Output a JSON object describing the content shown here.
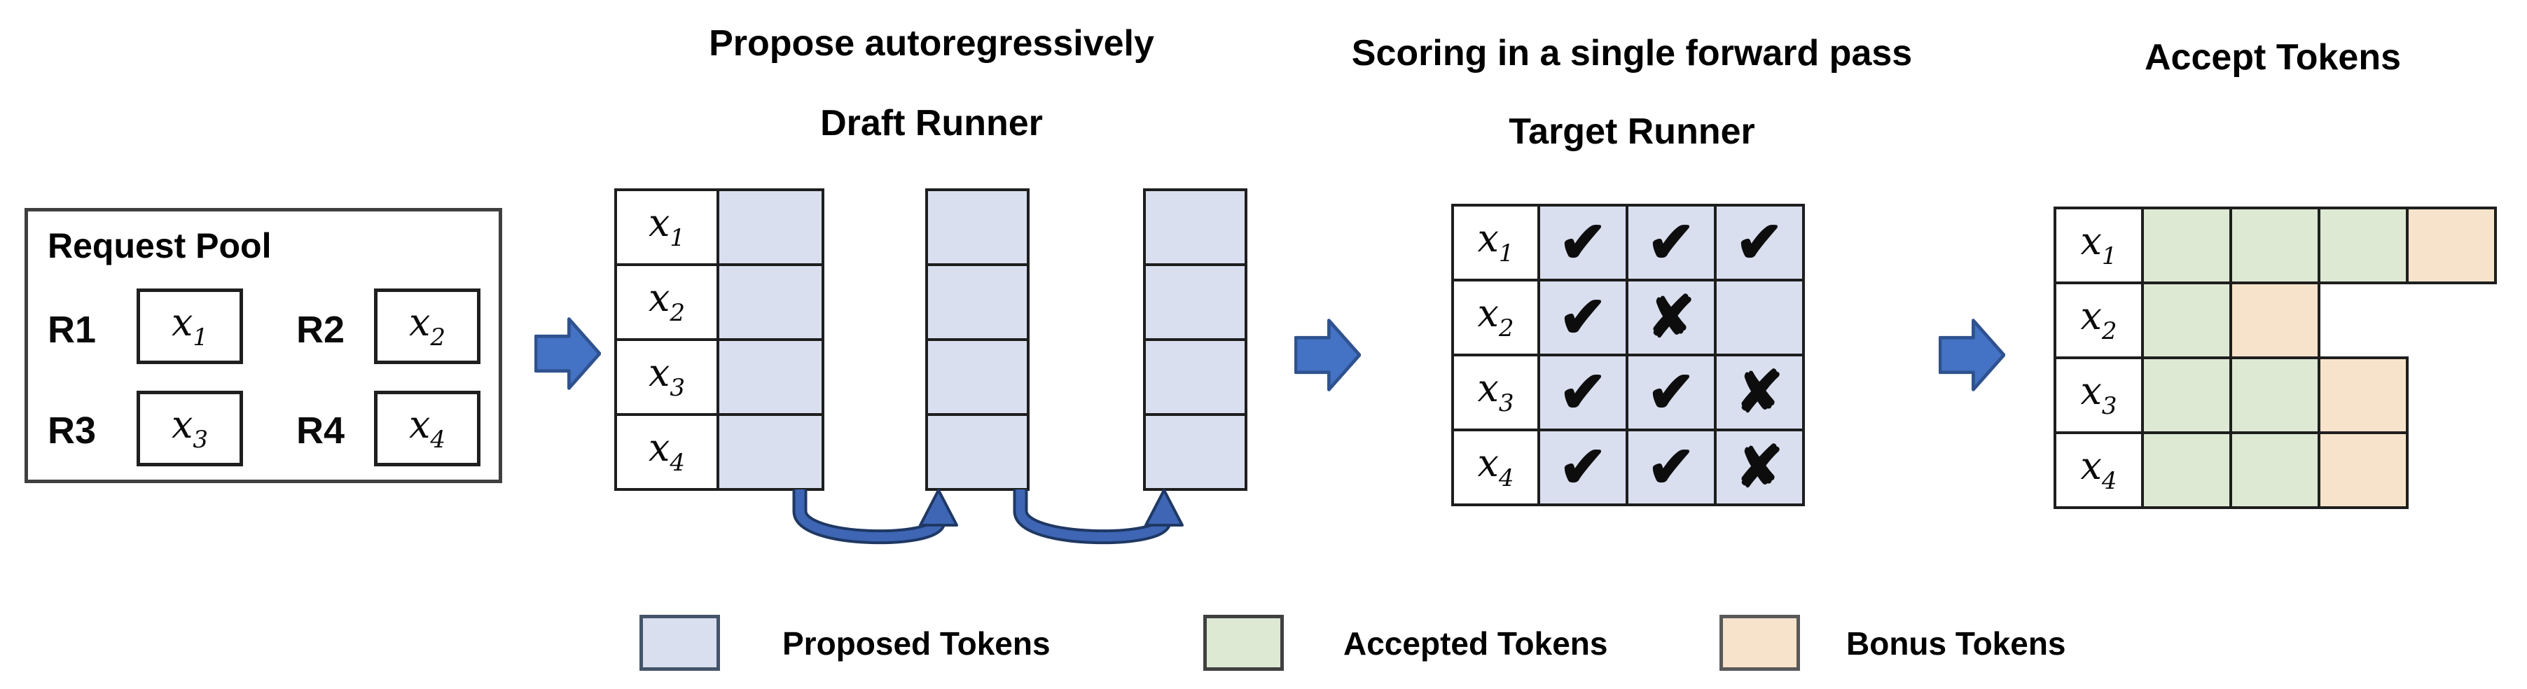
{
  "sections": {
    "request_pool": {
      "title": "Request Pool",
      "requests": [
        {
          "id": "R1",
          "token": {
            "base": "x",
            "sub": "1"
          }
        },
        {
          "id": "R2",
          "token": {
            "base": "x",
            "sub": "2"
          }
        },
        {
          "id": "R3",
          "token": {
            "base": "x",
            "sub": "3"
          }
        },
        {
          "id": "R4",
          "token": {
            "base": "x",
            "sub": "4"
          }
        }
      ]
    },
    "draft_runner": {
      "heading": "Propose autoregressively",
      "subheading": "Draft Runner",
      "row_labels": [
        {
          "base": "x",
          "sub": "1"
        },
        {
          "base": "x",
          "sub": "2"
        },
        {
          "base": "x",
          "sub": "3"
        },
        {
          "base": "x",
          "sub": "4"
        }
      ],
      "proposal_columns": 3
    },
    "target_runner": {
      "heading": "Scoring in a single forward pass",
      "subheading": "Target Runner",
      "row_labels": [
        {
          "base": "x",
          "sub": "1"
        },
        {
          "base": "x",
          "sub": "2"
        },
        {
          "base": "x",
          "sub": "3"
        },
        {
          "base": "x",
          "sub": "4"
        }
      ],
      "marks": [
        [
          "check",
          "check",
          "check"
        ],
        [
          "check",
          "cross",
          ""
        ],
        [
          "check",
          "check",
          "cross"
        ],
        [
          "check",
          "check",
          "cross"
        ]
      ]
    },
    "accept_tokens": {
      "heading": "Accept Tokens",
      "row_labels": [
        {
          "base": "x",
          "sub": "1"
        },
        {
          "base": "x",
          "sub": "2"
        },
        {
          "base": "x",
          "sub": "3"
        },
        {
          "base": "x",
          "sub": "4"
        }
      ],
      "rows": [
        [
          "accepted",
          "accepted",
          "accepted",
          "bonus"
        ],
        [
          "accepted",
          "bonus"
        ],
        [
          "accepted",
          "accepted",
          "bonus"
        ],
        [
          "accepted",
          "accepted",
          "bonus"
        ]
      ]
    }
  },
  "legend": {
    "items": [
      {
        "label": "Proposed Tokens",
        "swatch": "proposed",
        "border": "#44546A"
      },
      {
        "label": "Accepted Tokens",
        "swatch": "accepted",
        "border": "#404040"
      },
      {
        "label": "Bonus Tokens",
        "swatch": "bonus",
        "border": "#595959"
      }
    ]
  },
  "glyphs": {
    "check": "✔",
    "cross": "✘"
  },
  "colors": {
    "proposed_fill": "#D9DFEF",
    "accepted_fill": "#DDE9D3",
    "bonus_fill": "#F7E3CB",
    "cell_border": "#1E1E1E",
    "mark": "#0D0D0D",
    "arrow_fill": "#4472C4",
    "arrow_border": "#2F528F",
    "curve_arrow": "#3E66B5",
    "curve_arrow_outline": "#1F3864"
  }
}
